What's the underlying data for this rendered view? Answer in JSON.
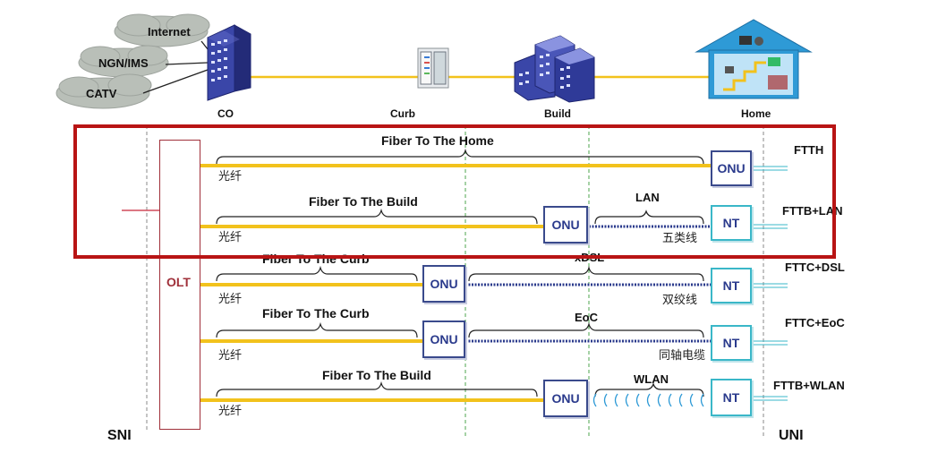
{
  "clouds": {
    "internet": "Internet",
    "ngn": "NGN/IMS",
    "catv": "CATV"
  },
  "top_labels": {
    "co": "CO",
    "curb": "Curb",
    "build": "Build",
    "home": "Home"
  },
  "olt": "OLT",
  "side_labels": {
    "sni": "SNI",
    "uni": "UNI"
  },
  "rows": [
    {
      "fiber_label": "Fiber To The Home",
      "fiber_cn": "光纤",
      "onu": "ONU",
      "access_label": "",
      "access_cn": "",
      "end_device": "",
      "type": "FTTH"
    },
    {
      "fiber_label": "Fiber To The Build",
      "fiber_cn": "光纤",
      "onu": "ONU",
      "access_label": "LAN",
      "access_cn": "五类线",
      "end_device": "NT",
      "type": "FTTB+LAN"
    },
    {
      "fiber_label": "Fiber To The Curb",
      "fiber_cn": "光纤",
      "onu": "ONU",
      "access_label": "xDSL",
      "access_cn": "双绞线",
      "end_device": "NT",
      "type": "FTTC+DSL"
    },
    {
      "fiber_label": "Fiber To The Curb",
      "fiber_cn": "光纤",
      "onu": "ONU",
      "access_label": "EoC",
      "access_cn": "同轴电缆",
      "end_device": "NT",
      "type": "FTTC+EoC"
    },
    {
      "fiber_label": "Fiber To The Build",
      "fiber_cn": "光纤",
      "onu": "ONU",
      "access_label": "WLAN",
      "access_cn": "",
      "end_device": "NT",
      "type": "FTTB+WLAN"
    }
  ],
  "colors": {
    "fiber": "#f2c21c",
    "highlight": "#b81414",
    "onu_border": "#3a4a8c",
    "nt_border": "#3ab7c8",
    "olt_border": "#a0303a",
    "dashed_copper": "#2a3a8c"
  },
  "icons": [
    "cloud-icon",
    "central-office-building-icon",
    "street-cabinet-icon",
    "apartment-building-icon",
    "home-icon"
  ]
}
